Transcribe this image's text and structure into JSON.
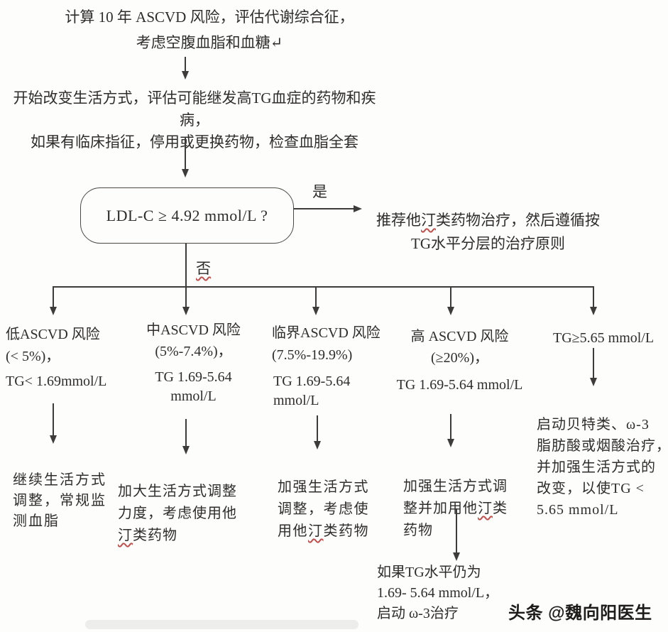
{
  "colors": {
    "ink": "#3d3c3a",
    "squiggle_red": "#c0504d"
  },
  "flowchart": {
    "assess": "计算 10 年 ASCVD 风险，评估代谢综合征，\n考虑空腹血脂和血糖↵",
    "lifestyle": "开始改变生活方式，评估可能继发高TG血症的药物和疾病，\n如果有临床指征，停用或更换药物，检查血脂全套",
    "decision": "LDL-C ≥ 4.92 mmol/L ?",
    "yes_label": "是",
    "no_label": "否",
    "statin": {
      "before": "推荐他",
      "mark": "汀",
      "after": "类药物治疗，然后遵循按\nTG水平分层的治疗原则"
    },
    "branches": [
      {
        "risk": "低ASCVD 风险\n(< 5%)，",
        "tg": "TG< 1.69mmol/L",
        "action": {
          "before": "继续生活方式\n调整，常规监\n测血脂",
          "mark": "",
          "after": ""
        }
      },
      {
        "risk": "中ASCVD 风险\n(5%-7.4%)，",
        "tg": "TG 1.69-5.64\nmmol/L",
        "action": {
          "before": "加大生活方式调整\n力度，考虑使用他\n",
          "mark": "汀",
          "after": "类药物"
        }
      },
      {
        "risk": "临界ASCVD 风险\n(7.5%-19.9%)",
        "tg": "TG 1.69-5.64\nmmol/L",
        "action": {
          "before": "加强生活方式\n调整，考虑使\n用他",
          "mark": "汀",
          "after": "类药物"
        }
      },
      {
        "risk": "高 ASCVD 风险\n(≥20%)，",
        "tg": "TG 1.69-5.64 mmol/L",
        "action": {
          "before": "加强生活方式调\n整并加用他",
          "mark": "汀",
          "after": "类\n药物"
        },
        "followup": "如果TG水平仍为\n1.69- 5.64 mmol/L，\n启动 ω-3治疗"
      },
      {
        "risk": "TG≥5.65 mmol/L",
        "tg": "",
        "action": {
          "before": "启动贝特类、ω-3\n脂肪酸或烟酸治疗，\n并加强生活方式的\n改变，以使TG <\n5.65 mmol/L",
          "mark": "",
          "after": ""
        }
      }
    ],
    "watermark": "头条 @魏向阳医生"
  }
}
